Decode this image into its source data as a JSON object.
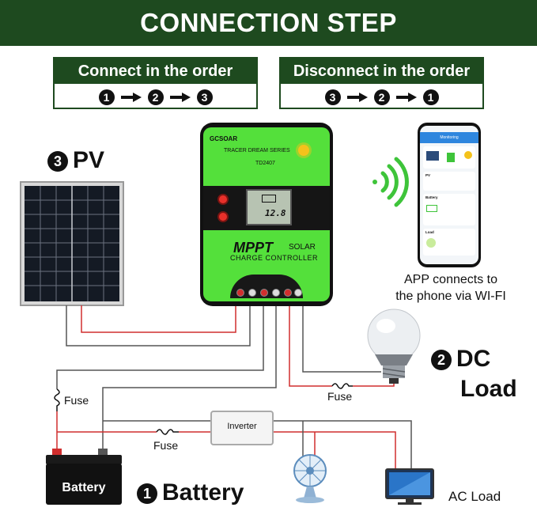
{
  "header": {
    "title": "CONNECTION STEP"
  },
  "connect_order": {
    "title": "Connect in the order",
    "steps": [
      "1",
      "2",
      "3"
    ]
  },
  "disconnect_order": {
    "title": "Disconnect in the order",
    "steps": [
      "3",
      "2",
      "1"
    ]
  },
  "pv": {
    "number": "3",
    "label": "PV"
  },
  "dc_load": {
    "number": "2",
    "label_line1": "DC",
    "label_line2": "Load"
  },
  "battery": {
    "number": "1",
    "label": "Battery",
    "body_text": "Battery"
  },
  "app_text": {
    "line1": "APP connects to",
    "line2": "the phone via WI-FI"
  },
  "controller": {
    "brand": "GCSOAR",
    "series": "TRACER DREAM SERIES",
    "model": "TD2407",
    "mppt": "MPPT",
    "solar": "SOLAR",
    "charge": "CHARGE CONTROLLER",
    "lcd_value": "12.8"
  },
  "phone": {
    "title": "Monitoring",
    "pv_label": "PV",
    "battery_label": "Battery",
    "load_label": "Load"
  },
  "fuse_labels": {
    "left": "Fuse",
    "middle": "Fuse",
    "right": "Fuse"
  },
  "inverter": {
    "label": "Inverter"
  },
  "ac_load": {
    "label": "AC Load"
  },
  "colors": {
    "banner": "#1e4a1f",
    "controller_green": "#54e03b",
    "wifi_green": "#3ec43a",
    "wire_red": "#d12e2e",
    "wire_gray": "#555555"
  },
  "icons": [
    "wifi-icon",
    "solar-panel-icon",
    "light-bulb-icon",
    "fan-icon",
    "monitor-icon",
    "sun-icon"
  ]
}
